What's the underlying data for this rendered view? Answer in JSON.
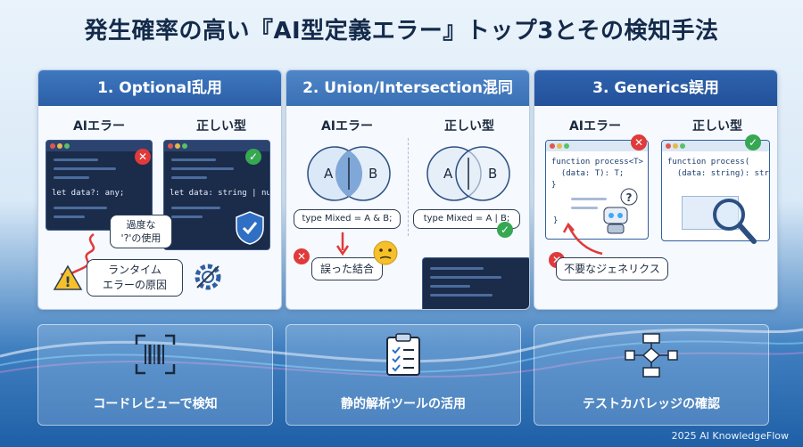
{
  "title": "発生確率の高い『AI型定義エラー』トップ3とその検知手法",
  "panels": [
    {
      "heading": "1. Optional乱用",
      "left_label": "AIエラー",
      "right_label": "正しい型",
      "bad_code": "let data?: any;",
      "good_code": "let data: string | null;",
      "callout_overuse": "過度な\n'?'の使用",
      "callout_runtime": "ランタイム\nエラーの原因"
    },
    {
      "heading": "2. Union/Intersection混同",
      "left_label": "AIエラー",
      "right_label": "正しい型",
      "venn_a": "A",
      "venn_b": "B",
      "bad_code": "type Mixed = A & B;",
      "good_code": "type Mixed = A | B;",
      "callout_wrong": "誤った結合"
    },
    {
      "heading": "3. Generics誤用",
      "left_label": "AIエラー",
      "right_label": "正しい型",
      "bad_code": "function process<T>\n  (data: T): T;\n}",
      "good_code": "function process(\n  (data: string): string;",
      "callout_unneeded": "不要なジェネリクス"
    }
  ],
  "detection": [
    {
      "label": "コードレビューで検知",
      "icon": "barcode-scan-icon"
    },
    {
      "label": "静的解析ツールの活用",
      "icon": "checklist-clipboard-icon"
    },
    {
      "label": "テストカバレッジの確認",
      "icon": "flowchart-icon"
    }
  ],
  "footer": "2025 AI KnowledgeFlow",
  "colors": {
    "error": "#e03a3a",
    "ok": "#36a852",
    "header": "#2b5fa6",
    "accent_red": "#e03a3a"
  }
}
